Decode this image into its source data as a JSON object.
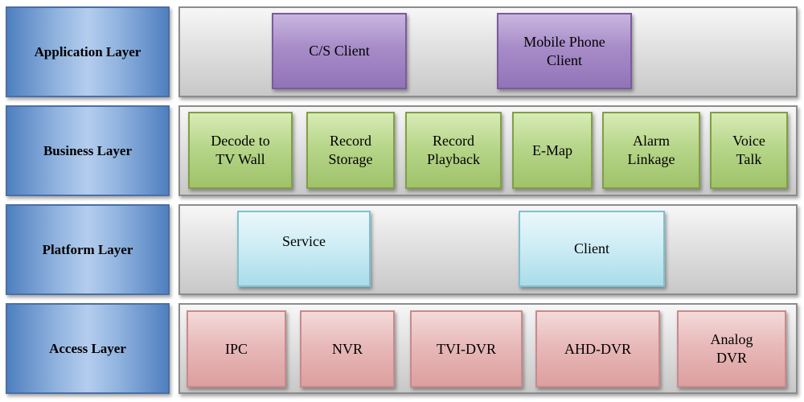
{
  "layers": [
    {
      "label": "Application Layer",
      "color": "#9174b8",
      "nodes": [
        {
          "label": "C/S Client"
        },
        {
          "label": "Mobile Phone\nClient"
        }
      ]
    },
    {
      "label": "Business Layer",
      "color": "#9fc26a",
      "nodes": [
        {
          "label": "Decode to\nTV Wall"
        },
        {
          "label": "Record\nStorage"
        },
        {
          "label": "Record\nPlayback"
        },
        {
          "label": "E-Map"
        },
        {
          "label": "Alarm\nLinkage"
        },
        {
          "label": "Voice\nTalk"
        }
      ]
    },
    {
      "label": "Platform Layer",
      "color": "#a9dce9",
      "nodes": [
        {
          "label": "Service"
        },
        {
          "label": "Client"
        }
      ]
    },
    {
      "label": "Access Layer",
      "color": "#dc9f9f",
      "nodes": [
        {
          "label": "IPC"
        },
        {
          "label": "NVR"
        },
        {
          "label": "TVI-DVR"
        },
        {
          "label": "AHD-DVR"
        },
        {
          "label": "Analog\nDVR"
        }
      ]
    }
  ]
}
